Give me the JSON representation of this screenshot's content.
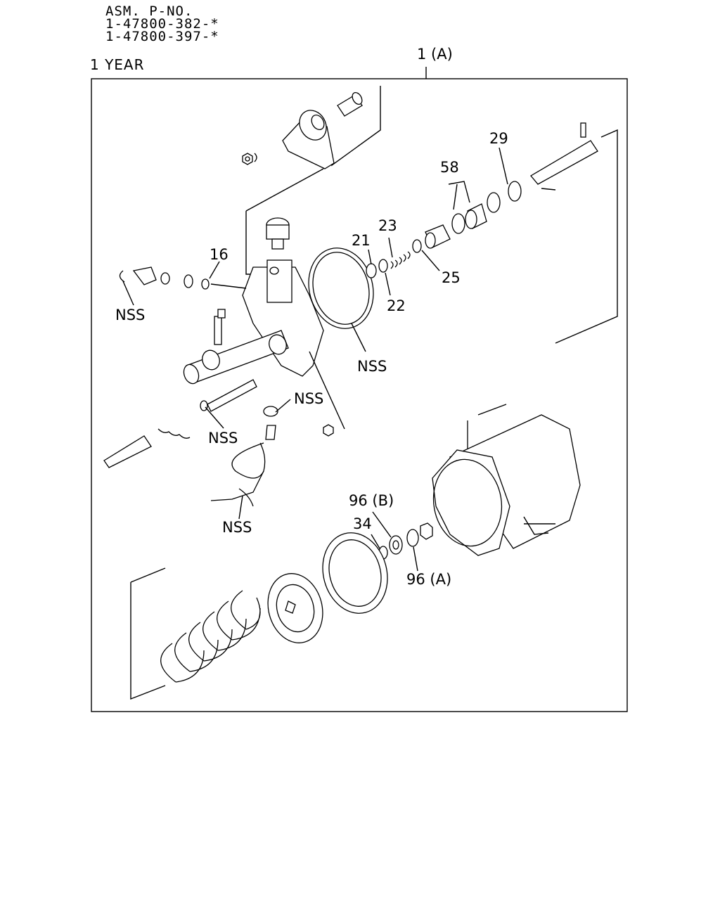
{
  "header": {
    "asm_label": "ASM. P-NO.",
    "part_no_1": "1-47800-382-*",
    "part_no_2": "1-47800-397-*",
    "warranty": "1  YEAR"
  },
  "callouts": {
    "assembly": "1 (A)",
    "c16": "16",
    "c21": "21",
    "c22": "22",
    "c23": "23",
    "c25": "25",
    "c29": "29",
    "c58": "58",
    "c34": "34",
    "c96b": "96 (B)",
    "c96a": "96 (A)",
    "nss": "NSS"
  }
}
